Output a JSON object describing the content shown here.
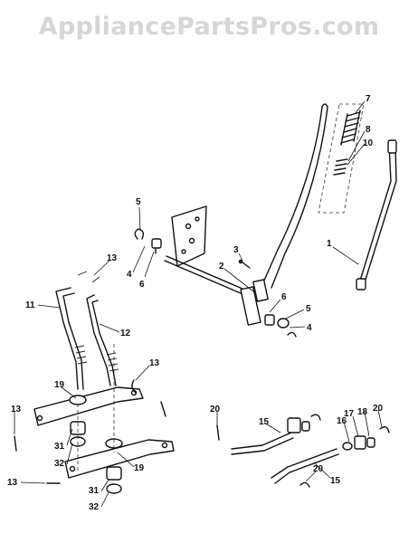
{
  "watermark": "AppliancePartsPros.com",
  "callouts": [
    "1",
    "2",
    "3",
    "4",
    "4",
    "5",
    "5",
    "6",
    "6",
    "7",
    "8",
    "10",
    "11",
    "12",
    "13",
    "13",
    "13",
    "13",
    "15",
    "15",
    "16",
    "17",
    "18",
    "19",
    "19",
    "20",
    "20",
    "20",
    "31",
    "31",
    "32",
    "32"
  ]
}
